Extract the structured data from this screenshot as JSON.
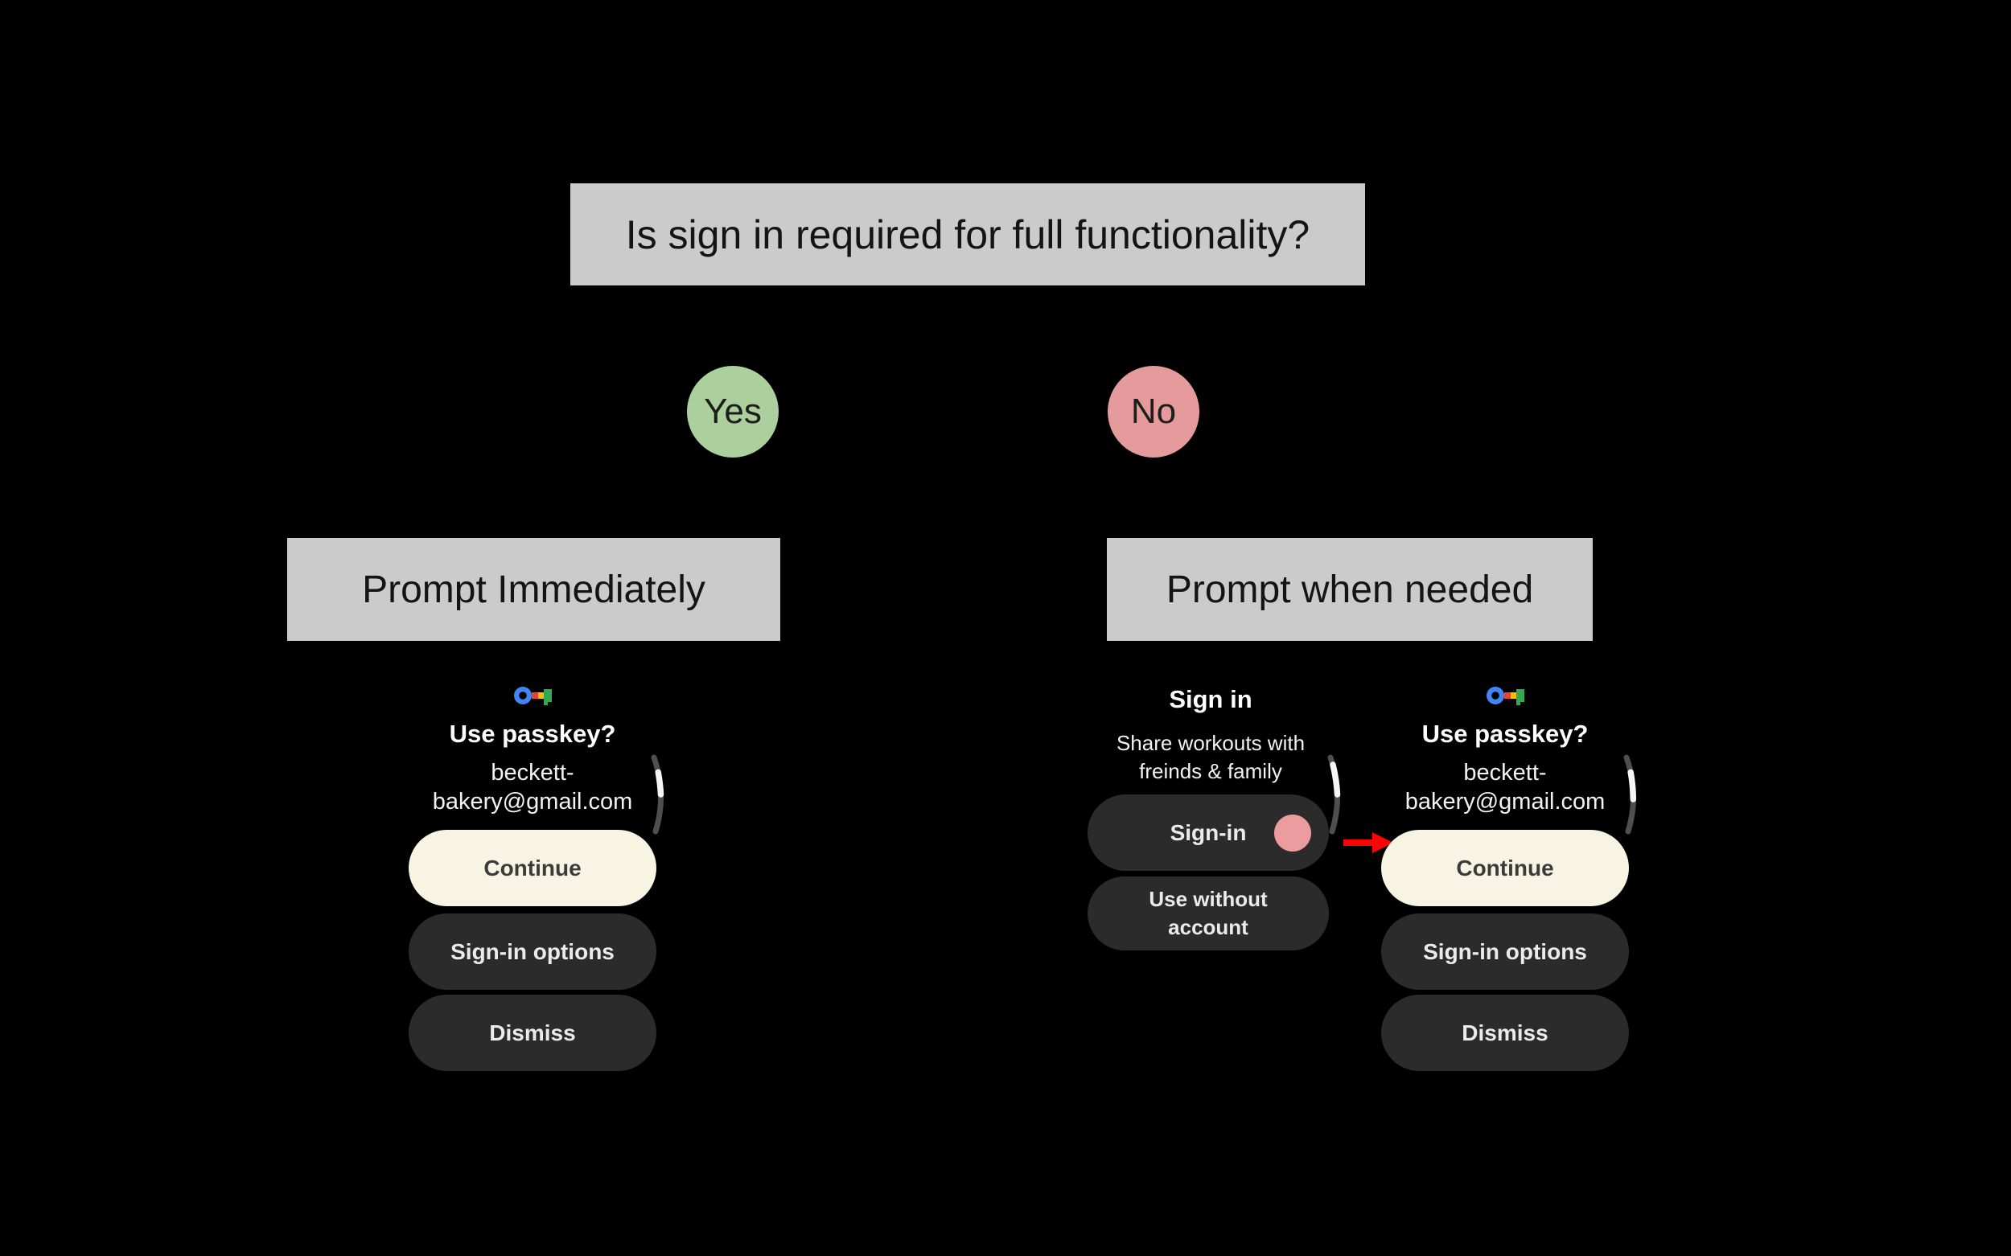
{
  "diagram": {
    "question": "Is sign in required for full functionality?",
    "yes": {
      "label": "Yes",
      "outcome": "Prompt Immediately"
    },
    "no": {
      "label": "No",
      "outcome": "Prompt when needed"
    }
  },
  "passkey_screen": {
    "icon": "passkey-icon",
    "title": "Use passkey?",
    "account_line1": "beckett-",
    "account_line2": "bakery@gmail.com",
    "continue_label": "Continue",
    "signin_options_label": "Sign-in options",
    "dismiss_label": "Dismiss"
  },
  "signin_screen": {
    "title": "Sign in",
    "subtitle_line1": "Share workouts with",
    "subtitle_line2": "freinds & family",
    "signin_label": "Sign-in",
    "use_without_line1": "Use without",
    "use_without_line2": "account"
  },
  "colors": {
    "background": "#000000",
    "node_box_gray": "#cbcbcb",
    "yes_green": "#abd09d",
    "no_pink": "#e59a9b",
    "continue_cream": "#f8f4e4",
    "dark_button": "#2b2b2b",
    "cursor_pink": "#ec9c9e",
    "arrow_red": "#fa0505",
    "scroll_track_gray": "#4f4f4f",
    "scroll_thumb_white": "#f5f5f5",
    "passkey_blue": "#4285f4",
    "passkey_red": "#ea4335",
    "passkey_yellow": "#fbbc04",
    "passkey_green": "#34a853"
  }
}
